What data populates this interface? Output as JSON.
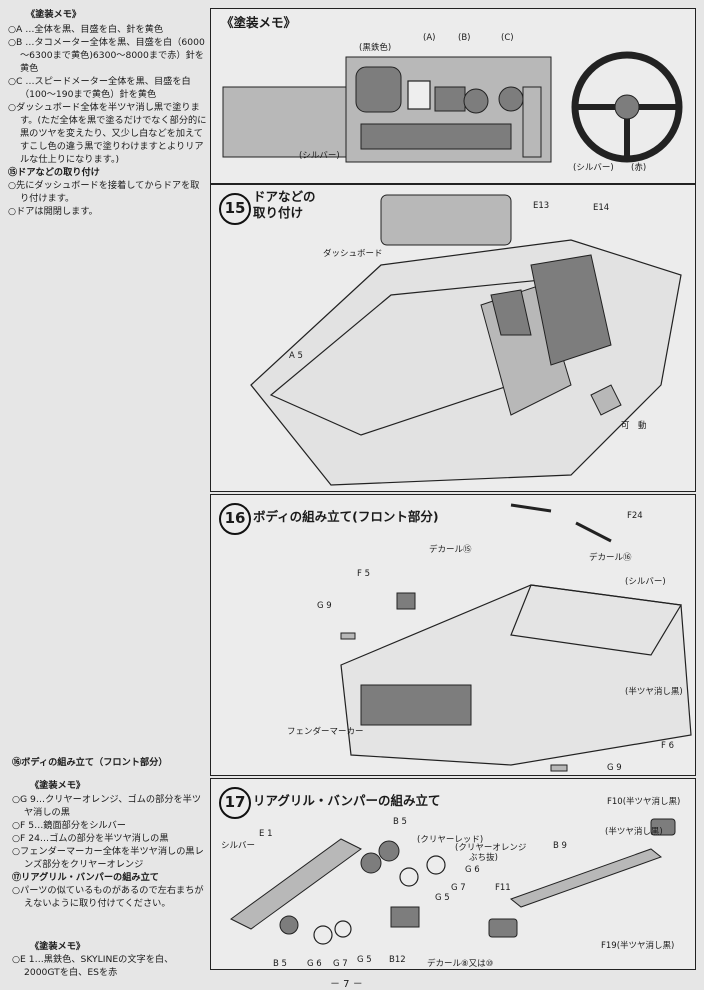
{
  "memo1": {
    "heading": "《塗装メモ》",
    "items": [
      "○A …全体を黒、目盛を白、針を黄色",
      "○B …タコメーター全体を黒、目盛を白（6000～6300まで黄色)6300～8000まで赤）針を黄色",
      "○C …スピードメーター全体を黒、目盛を白（100～190まで黄色）針を黄色",
      "○ダッシュボード全体を半ツヤ消し黒で塗ります。(ただ全体を黒で塗るだけでなく部分的に黒のツヤを変えたり、又少し白などを加えてすこし色の違う黒で塗りわけますとよりリアルな仕上りになります。)"
    ]
  },
  "sec15": {
    "title": "⑮ドアなどの取り付け",
    "items": [
      "○先にダッシュボードを接着してからドアを取り付けます。",
      "○ドアは開閉します。"
    ]
  },
  "sec16": {
    "title": "⑯ボディの組み立て（フロント部分）",
    "memo_heading": "《塗装メモ》",
    "items": [
      "○G 9…クリヤーオレンジ、ゴムの部分を半ツヤ消しの黒",
      "○F 5…鏡面部分をシルバー",
      "○F 24…ゴムの部分を半ツヤ消しの黒",
      "○フェンダーマーカー全体を半ツヤ消しの黒レンズ部分をクリヤーオレンジ"
    ]
  },
  "sec17": {
    "title": "⑰リアグリル・バンパーの組み立て",
    "items": [
      "○パーツの似ているものがあるので左右まちがえないように取り付けてください。"
    ]
  },
  "memo3": {
    "heading": "《塗装メモ》",
    "items": [
      "○E 1…黒鉄色、SKYLINEの文字を白、2000GTを白、ESを赤"
    ]
  },
  "panel_memo": {
    "title": "《塗装メモ》",
    "labels": {
      "kurotetsu": "(黒鉄色)",
      "a": "(A)",
      "b": "(B)",
      "c": "(C)",
      "silver1": "(シルバー)",
      "silver2": "(シルバー)",
      "red": "(赤)"
    }
  },
  "panel15": {
    "num": "15",
    "title_line1": "ドアなどの",
    "title_line2": "取り付け",
    "labels": {
      "dash": "ダッシュボード",
      "e13": "E13",
      "e14": "E14",
      "a5": "A 5",
      "kado": "可　動"
    }
  },
  "panel16": {
    "num": "16",
    "title": "ボディの組み立て(フロント部分)",
    "labels": {
      "f24": "F24",
      "decal15": "デカール⑮",
      "decal16": "デカール⑯",
      "silver": "(シルバー)",
      "f5": "F 5",
      "g9a": "G 9",
      "hantsuya": "(半ツヤ消し黒)",
      "fender": "フェンダーマーカー",
      "f6": "F 6",
      "g9b": "G 9"
    }
  },
  "panel17": {
    "num": "17",
    "title": "リアグリル・バンパーの組み立て",
    "labels": {
      "b5a": "B 5",
      "f10": "F10(半ツヤ消し黒)",
      "e1": "E 1",
      "silver": "シルバー",
      "clear_red": "(クリヤーレッド)",
      "clear_orange": "(クリヤーオレンジ",
      "clear_orange2": "ぶち抜)",
      "hantsuya": "(半ツヤ消し黒)",
      "b9": "B 9",
      "g6a": "G 6",
      "g7a": "G 7",
      "g5a": "G 5",
      "f11": "F11",
      "b5b": "B 5",
      "g6b": "G 6",
      "g7b": "G 7",
      "g5b": "G 5",
      "b12": "B12",
      "decal": "デカール⑧又は⑩",
      "f19": "F19(半ツヤ消し黒)"
    }
  },
  "page_number": "－ 7 －"
}
